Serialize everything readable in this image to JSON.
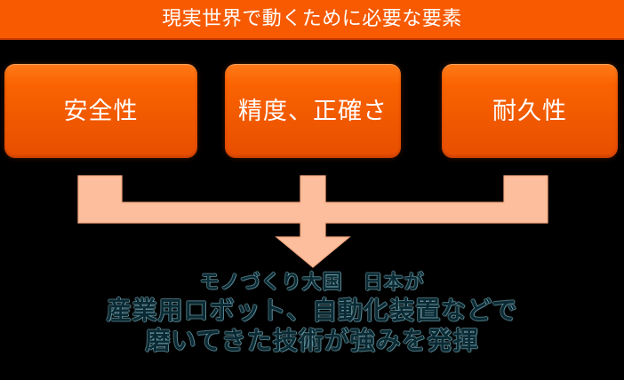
{
  "colors": {
    "background": "#000000",
    "banner_orange": "#F75A00",
    "banner_rule": "#C13A00",
    "box_orange": "#F46200",
    "box_text": "#FFFFFF",
    "arrow_fill": "#FCBE9C",
    "arrow_outline": "#F9A97F",
    "conclusion_text": "#0B2A33",
    "conclusion_outline": "#8CC8D7"
  },
  "header": {
    "title": "現実世界で動くために必要な要素"
  },
  "factors": {
    "boxes": [
      {
        "id": "safety",
        "label": "安全性"
      },
      {
        "id": "precision",
        "label": "精度、正確さ"
      },
      {
        "id": "durability",
        "label": "耐久性"
      }
    ]
  },
  "arrow": {
    "icon_name": "merge-down-arrow-icon",
    "direction": "down",
    "inputs": 3
  },
  "conclusion": {
    "lines": [
      "モノづくり大国　日本が",
      "産業用ロボット、自動化装置などで",
      "磨いてきた技術が強みを発揮"
    ]
  }
}
